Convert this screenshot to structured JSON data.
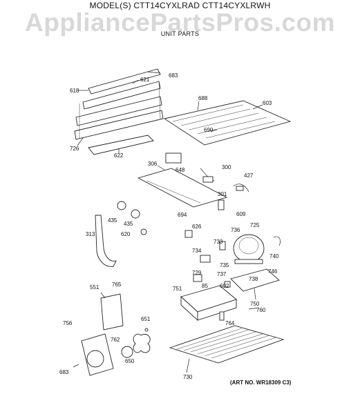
{
  "header": {
    "model": "MODEL(S) CTT14CYXLRAD  CTT14CYXLRWH",
    "watermark": "AppliancePartsPros.com",
    "section": "UNIT PARTS"
  },
  "art_number": "(ART NO. WR18309 C3)",
  "callouts": [
    "683",
    "621",
    "618",
    "688",
    "603",
    "690",
    "726",
    "622",
    "306",
    "648",
    "300",
    "427",
    "301",
    "435",
    "435",
    "609",
    "694",
    "626",
    "313",
    "620",
    "736",
    "725",
    "733",
    "734",
    "740",
    "735",
    "746",
    "729",
    "737",
    "602",
    "738",
    "85",
    "751",
    "750",
    "760",
    "764",
    "765",
    "551",
    "651",
    "756",
    "762",
    "650",
    "683",
    "730"
  ]
}
